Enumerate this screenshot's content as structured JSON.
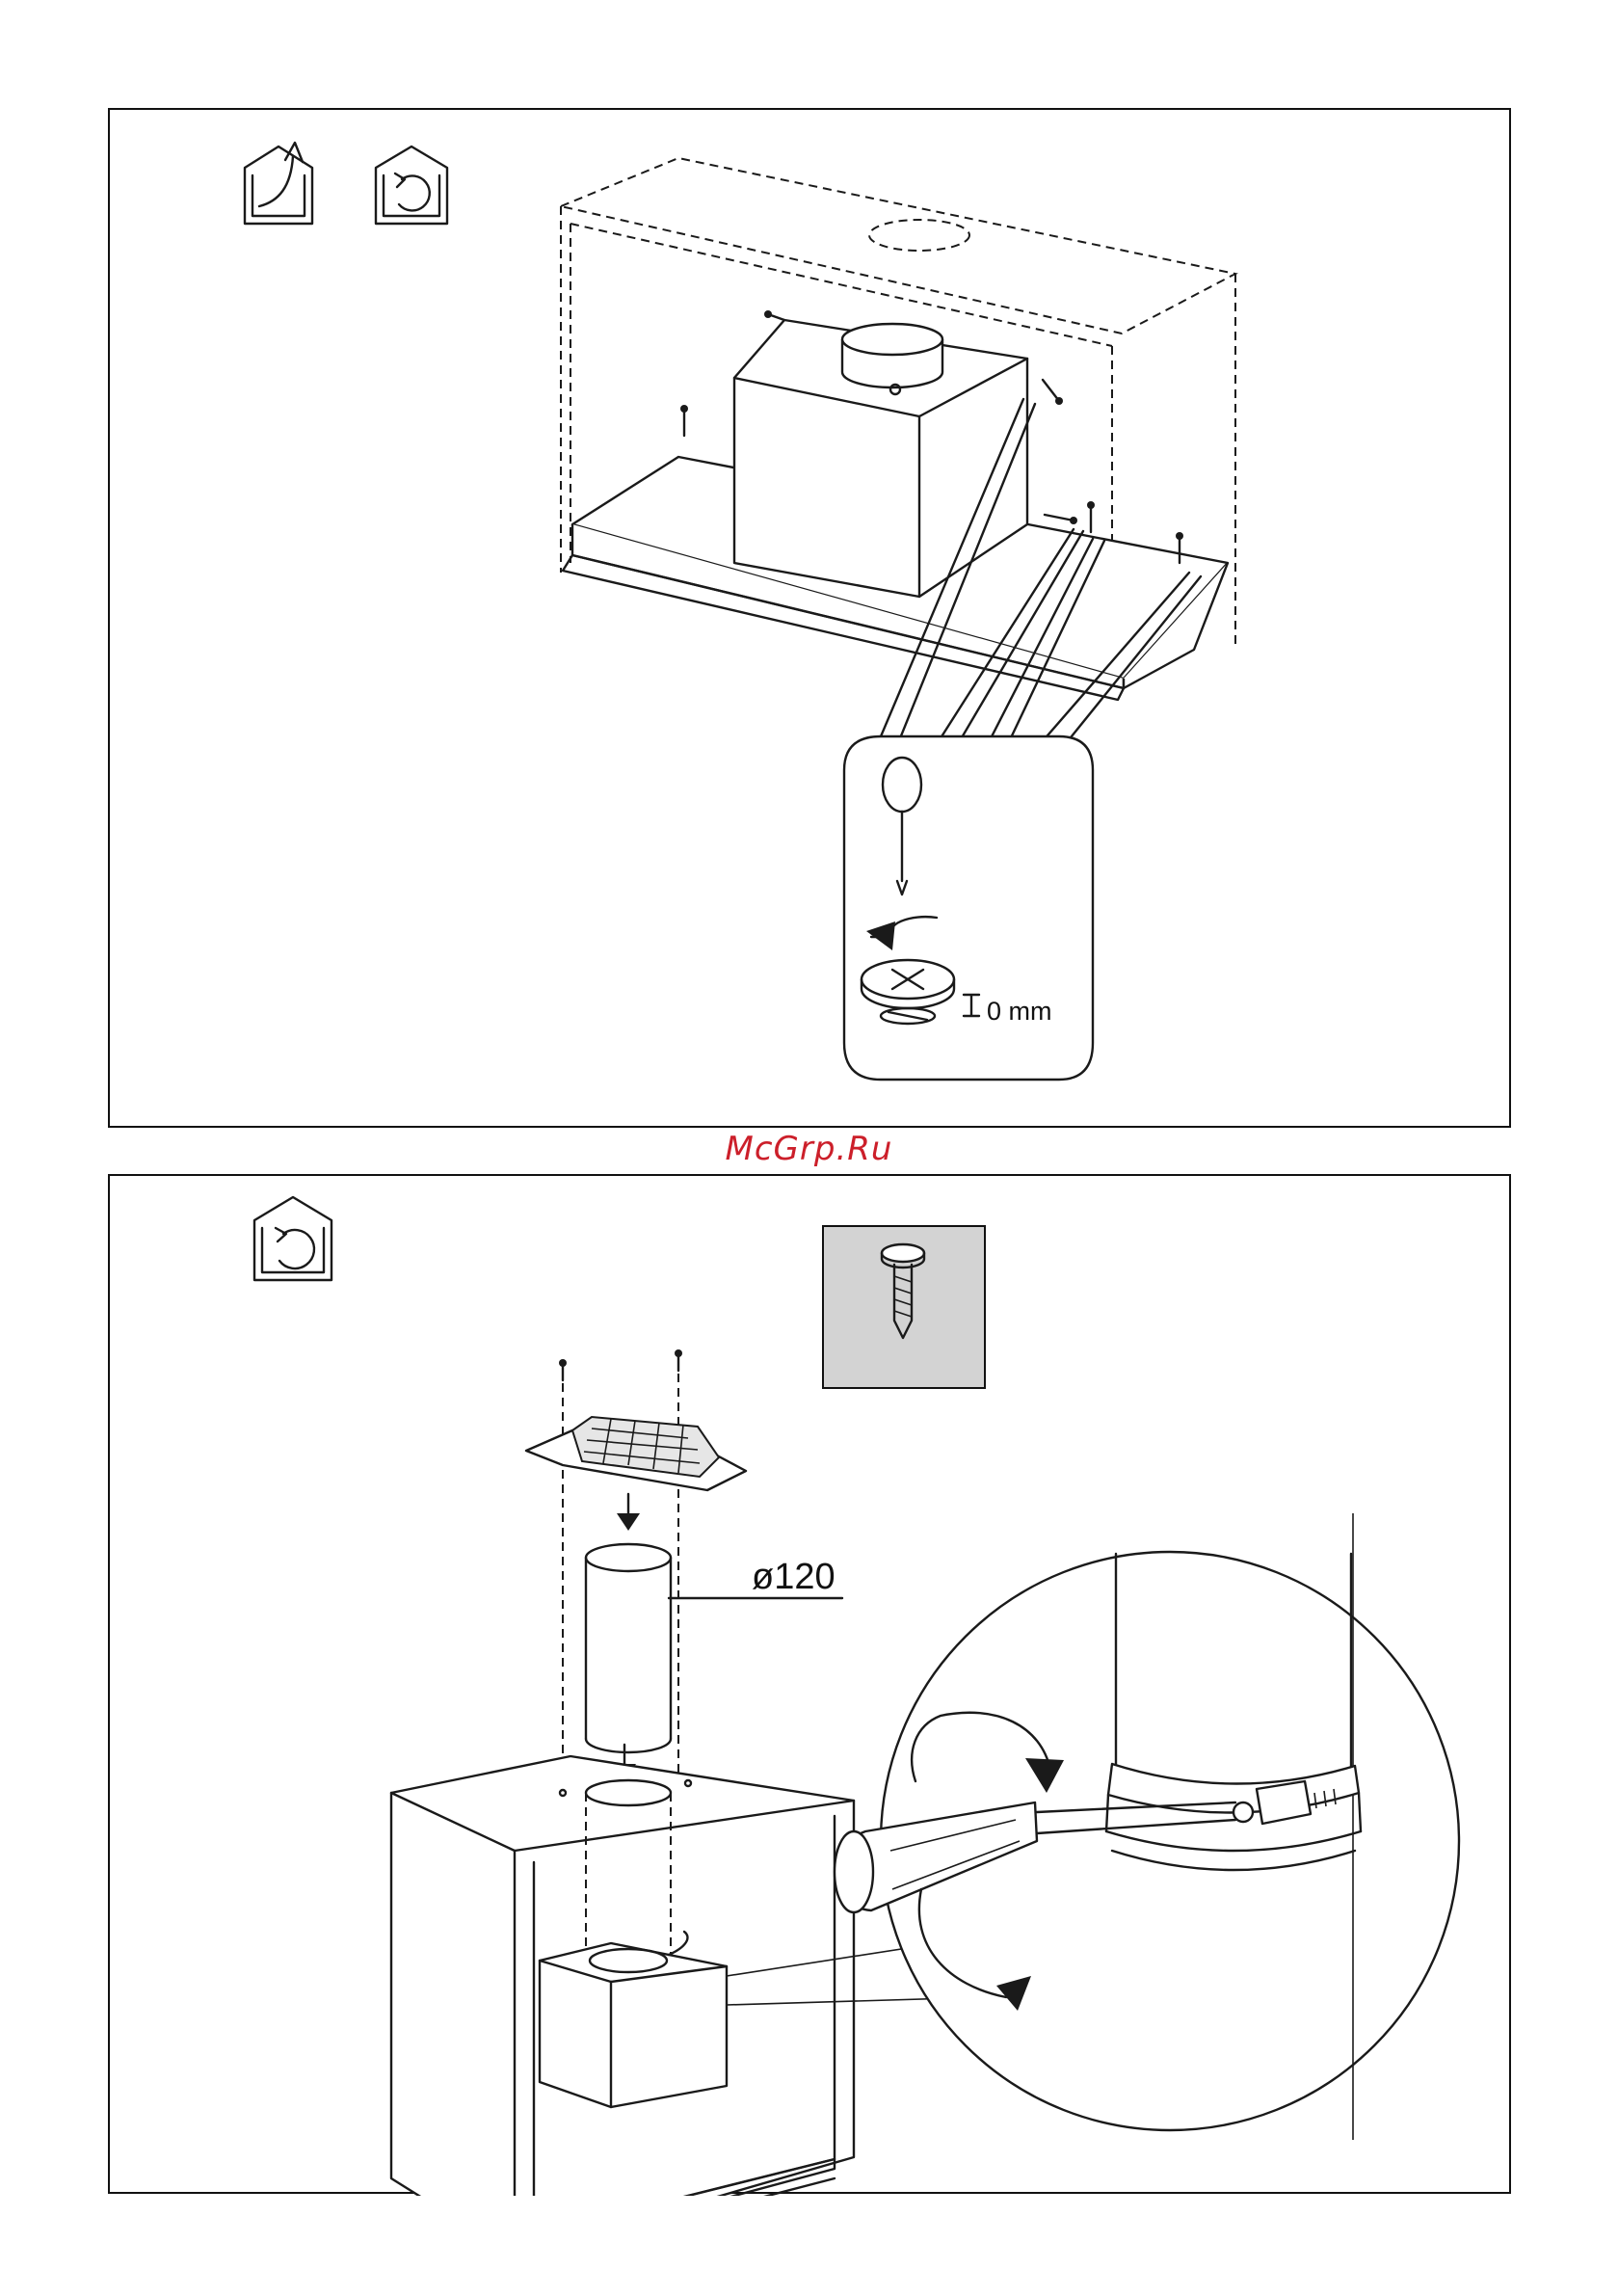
{
  "top_panel": {
    "dimension_label": "0 mm",
    "icons": [
      "ducted-extraction-house-icon",
      "recirculation-house-icon"
    ]
  },
  "watermark": {
    "text": "McGrp.Ru",
    "color": "#cc1f2a"
  },
  "bottom_panel": {
    "diameter_label": "ø120",
    "icons": [
      "recirculation-house-icon",
      "screw-icon"
    ],
    "screw_box_color": "#d3d3d3"
  }
}
